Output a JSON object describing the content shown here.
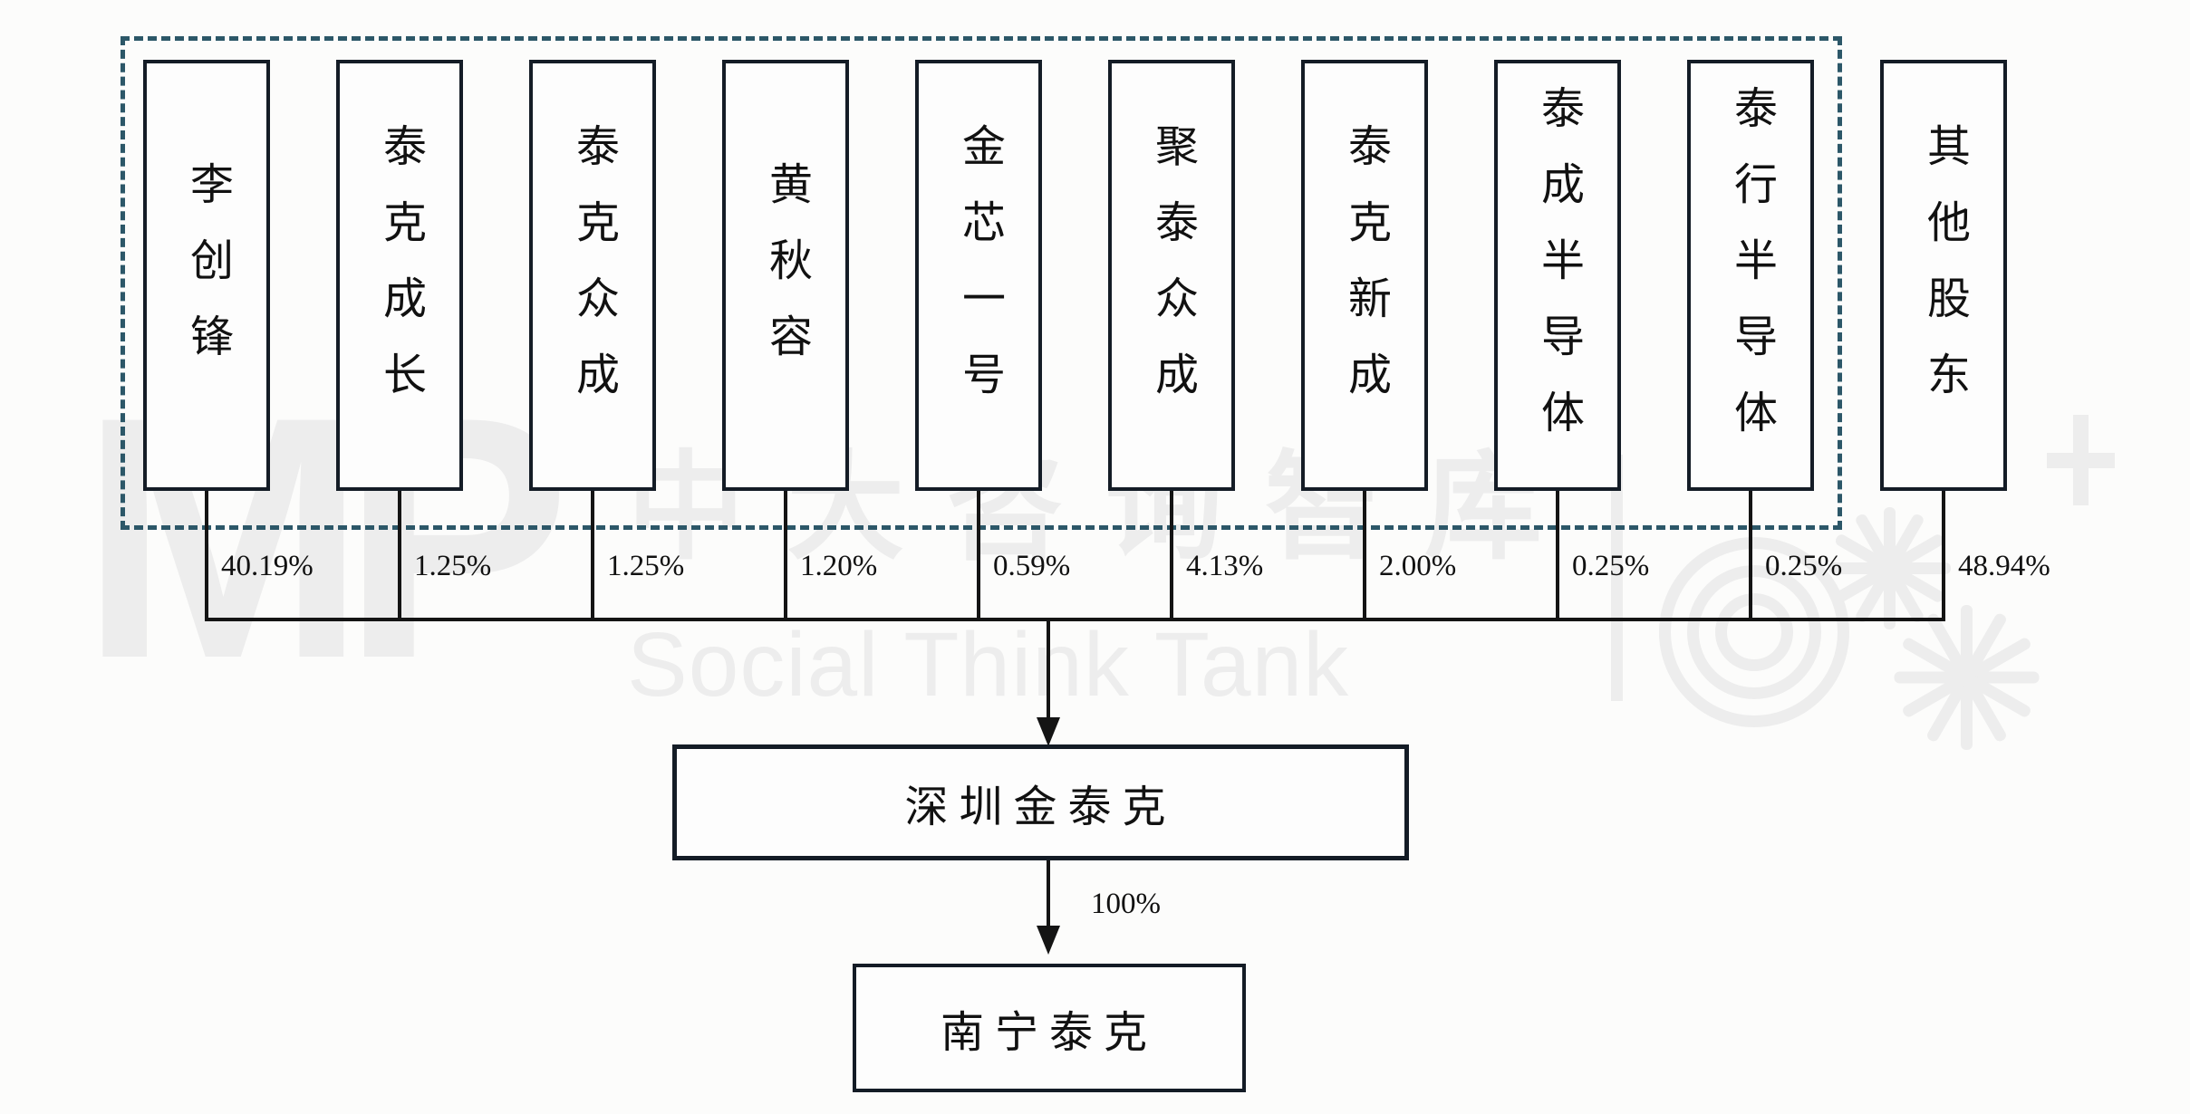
{
  "diagram": {
    "shareholders": [
      {
        "name": "李创锋",
        "pct": "40.19%",
        "in_dashed_group": true
      },
      {
        "name": "泰克成长",
        "pct": "1.25%",
        "in_dashed_group": true
      },
      {
        "name": "泰克众成",
        "pct": "1.25%",
        "in_dashed_group": true
      },
      {
        "name": "黄秋容",
        "pct": "1.20%",
        "in_dashed_group": true
      },
      {
        "name": "金芯一号",
        "pct": "0.59%",
        "in_dashed_group": true
      },
      {
        "name": "聚泰众成",
        "pct": "4.13%",
        "in_dashed_group": true
      },
      {
        "name": "泰克新成",
        "pct": "2.00%",
        "in_dashed_group": true
      },
      {
        "name": "泰成半导体",
        "pct": "0.25%",
        "in_dashed_group": true
      },
      {
        "name": "泰行半导体",
        "pct": "0.25%",
        "in_dashed_group": true
      },
      {
        "name": "其他股东",
        "pct": "48.94%",
        "in_dashed_group": false
      }
    ],
    "parent_company": "深圳金泰克",
    "subsidiary": "南宁泰克",
    "subsidiary_pct": "100%"
  },
  "watermark": {
    "letters": "MP",
    "cn": "中大咨询智库",
    "divider": "|",
    "en": "Social Think Tank"
  },
  "colors": {
    "line": "#141414",
    "box_border": "#141c26",
    "dashed_border": "#2c5768",
    "watermark": "#ededed",
    "text": "#111111"
  }
}
